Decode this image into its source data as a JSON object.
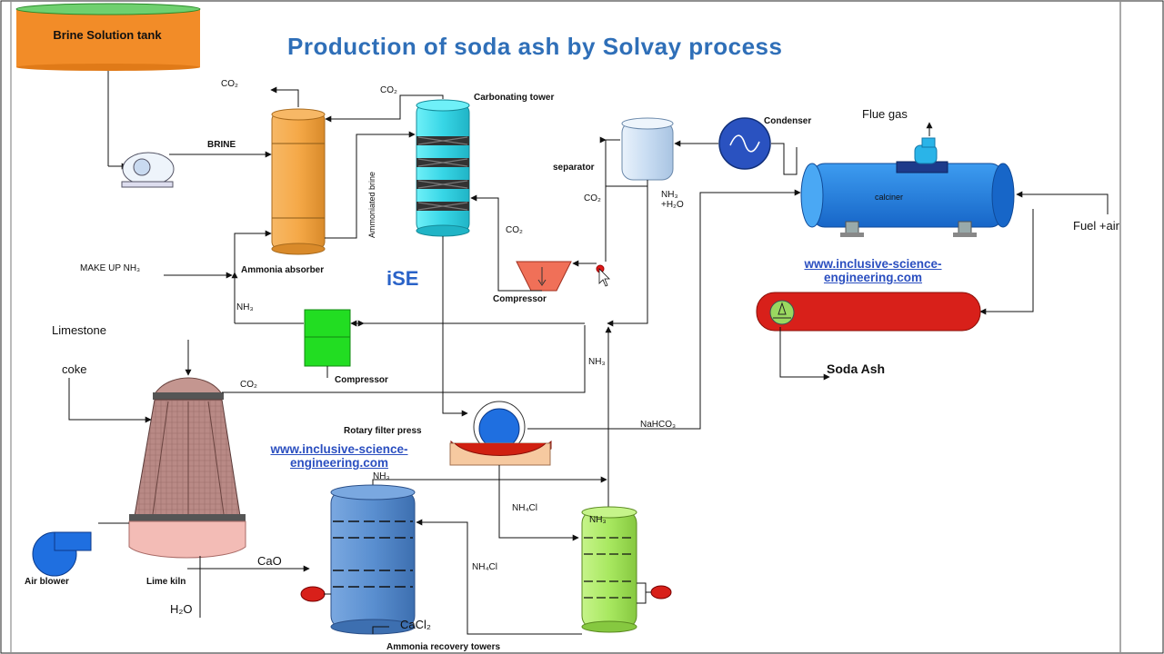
{
  "title": "Production of soda ash by Solvay process",
  "website": {
    "line1": "www.inclusive-science-",
    "line2": "engineering.com"
  },
  "brand": "iSE",
  "labels": {
    "brine_tank": "Brine Solution tank",
    "brine": "BRINE",
    "ammonia_absorber": "Ammonia absorber",
    "ammoniated_brine": "Ammoniated brine",
    "carbonating_tower": "Carbonating tower",
    "make_up_nh3": "MAKE UP NH₃",
    "co2_top": "CO₂",
    "co2_between": "CO₂",
    "co2_compressor": "CO₂",
    "co2_separator": "CO₂",
    "co2_kiln": "CO₂",
    "compressor_right": "Compressor",
    "compressor_left": "Compressor",
    "nh3_left": "NH₃",
    "nh3_mid": "NH₃",
    "nh3_h2o": "NH₃\n+H₂O",
    "separator": "separator",
    "condenser": "Condenser",
    "flue_gas": "Flue gas",
    "calciner": "calciner",
    "fuel_air": "Fuel +air",
    "soda_ash": "Soda Ash",
    "limestone": "Limestone",
    "coke": "coke",
    "rotary_filter_press": "Rotary filter press",
    "nahco3": "NaHCO₃",
    "nh3_recovery": "NH₃",
    "nh4cl_1": "NH₄Cl",
    "nh4cl_2": "NH₄Cl",
    "nh3_green": "NH₃",
    "air_blower": "Air blower",
    "lime_kiln": "Lime kiln",
    "cao": "CaO",
    "h2o": "H₂O",
    "cacl2": "CaCl₂",
    "ammonia_recovery_towers": "Ammonia recovery towers"
  },
  "colors": {
    "title": "#2f6fb8",
    "brine_tank": "#f28c28",
    "absorber": "#f5a948",
    "carbonator": "#37d6e6",
    "calciner": "#1e7fe0",
    "cooler": "#d8201a",
    "compressor_green": "#22dd22",
    "recovery_blue": "#5a8fd0",
    "recovery_green": "#a8e860",
    "kiln": "#b98a86",
    "link": "#2b4fc0"
  }
}
